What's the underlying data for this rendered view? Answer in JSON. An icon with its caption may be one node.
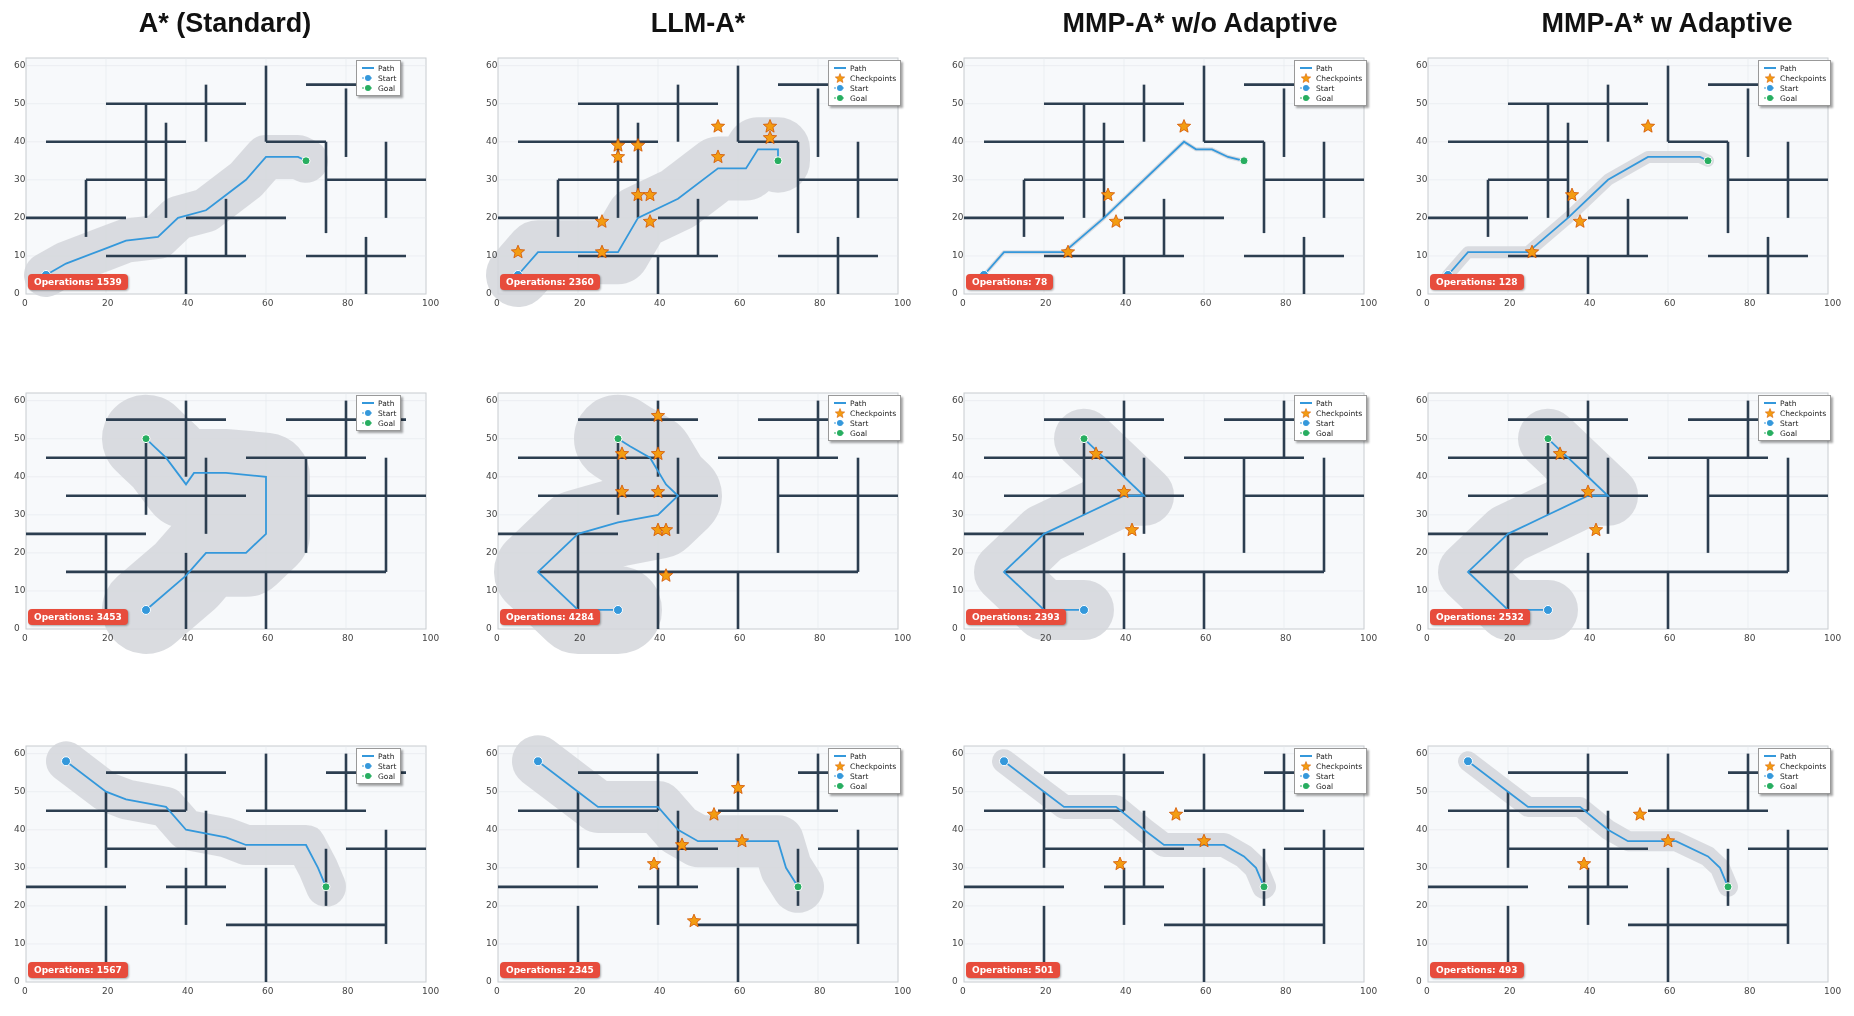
{
  "diagram": {
    "labels": [
      "A* (Standard)",
      "LLM-A*",
      "MMP-A* w/o Adaptive",
      "MMP-A* w Adaptive",
      "60",
      "50",
      "40",
      "30",
      "20",
      "10",
      "0",
      "0",
      "20",
      "40",
      "60",
      "80",
      "100",
      "Operations: 1539",
      "60",
      "50",
      "40",
      "30",
      "20",
      "10",
      "0",
      "0",
      "20",
      "40",
      "60",
      "80",
      "100",
      "Operations: 2360",
      "60",
      "50",
      "40",
      "30",
      "20",
      "10",
      "0",
      "0",
      "20",
      "40",
      "60",
      "80",
      "100",
      "Operations: 78",
      "60",
      "50",
      "40",
      "30",
      "20",
      "10",
      "0",
      "0",
      "20",
      "40",
      "60",
      "80",
      "100",
      "Operations: 128",
      "60",
      "50",
      "40",
      "30",
      "20",
      "10",
      "0",
      "0",
      "20",
      "40",
      "60",
      "80",
      "100",
      "Operations: 3453",
      "60",
      "50",
      "40",
      "30",
      "20",
      "10",
      "0",
      "0",
      "20",
      "40",
      "60",
      "80",
      "100",
      "Operations: 4284",
      "60",
      "50",
      "40",
      "30",
      "20",
      "10",
      "0",
      "0",
      "20",
      "40",
      "60",
      "80",
      "100",
      "Operations: 2393",
      "60",
      "50",
      "40",
      "30",
      "20",
      "10",
      "0",
      "0",
      "20",
      "40",
      "60",
      "80",
      "100",
      "Operations: 2532",
      "60",
      "50",
      "40",
      "30",
      "20",
      "10",
      "0",
      "0",
      "20",
      "40",
      "60",
      "80",
      "100",
      "Operations: 1567",
      "60",
      "50",
      "40",
      "30",
      "20",
      "10",
      "0",
      "0",
      "20",
      "40",
      "60",
      "80",
      "100",
      "Operations: 2345",
      "60",
      "50",
      "40",
      "30",
      "20",
      "10",
      "0",
      "0",
      "20",
      "40",
      "60",
      "80",
      "100",
      "Operations: 501",
      "60",
      "50",
      "40",
      "30",
      "20",
      "10",
      "0",
      "0",
      "20",
      "40",
      "60",
      "80",
      "100",
      "Operations: 493"
    ],
    "legend": [
      {
        "text": "Path",
        "color": "#3498db"
      },
      {
        "text": "Start",
        "color": "#3498db"
      },
      {
        "text": "Goal",
        "color": "#27ae60"
      },
      {
        "text": "Path",
        "color": "#3498db"
      },
      {
        "text": "Checkpoints",
        "color": "#f39c12"
      },
      {
        "text": "Start",
        "color": "#3498db"
      },
      {
        "text": "Goal",
        "color": "#27ae60"
      },
      {
        "text": "Path",
        "color": "#3498db"
      },
      {
        "text": "Checkpoints",
        "color": "#f39c12"
      },
      {
        "text": "Start",
        "color": "#3498db"
      },
      {
        "text": "Goal",
        "color": "#27ae60"
      },
      {
        "text": "Path",
        "color": "#3498db"
      },
      {
        "text": "Checkpoints",
        "color": "#f39c12"
      },
      {
        "text": "Start",
        "color": "#3498db"
      },
      {
        "text": "Goal",
        "color": "#27ae60"
      },
      {
        "text": "Path",
        "color": "#3498db"
      },
      {
        "text": "Start",
        "color": "#3498db"
      },
      {
        "text": "Goal",
        "color": "#27ae60"
      },
      {
        "text": "Path",
        "color": "#3498db"
      },
      {
        "text": "Checkpoints",
        "color": "#f39c12"
      },
      {
        "text": "Start",
        "color": "#3498db"
      },
      {
        "text": "Goal",
        "color": "#27ae60"
      },
      {
        "text": "Path",
        "color": "#3498db"
      },
      {
        "text": "Checkpoints",
        "color": "#f39c12"
      },
      {
        "text": "Start",
        "color": "#3498db"
      },
      {
        "text": "Goal",
        "color": "#27ae60"
      },
      {
        "text": "Path",
        "color": "#3498db"
      },
      {
        "text": "Checkpoints",
        "color": "#f39c12"
      },
      {
        "text": "Start",
        "color": "#3498db"
      },
      {
        "text": "Goal",
        "color": "#27ae60"
      },
      {
        "text": "Path",
        "color": "#3498db"
      },
      {
        "text": "Start",
        "color": "#3498db"
      },
      {
        "text": "Goal",
        "color": "#27ae60"
      },
      {
        "text": "Path",
        "color": "#3498db"
      },
      {
        "text": "Checkpoints",
        "color": "#f39c12"
      },
      {
        "text": "Start",
        "color": "#3498db"
      },
      {
        "text": "Goal",
        "color": "#27ae60"
      },
      {
        "text": "Path",
        "color": "#3498db"
      },
      {
        "text": "Checkpoints",
        "color": "#f39c12"
      },
      {
        "text": "Start",
        "color": "#3498db"
      },
      {
        "text": "Goal",
        "color": "#27ae60"
      },
      {
        "text": "Path",
        "color": "#3498db"
      },
      {
        "text": "Checkpoints",
        "color": "#f39c12"
      },
      {
        "text": "Start",
        "color": "#3498db"
      },
      {
        "text": "Goal",
        "color": "#27ae60"
      }
    ]
  }
}
